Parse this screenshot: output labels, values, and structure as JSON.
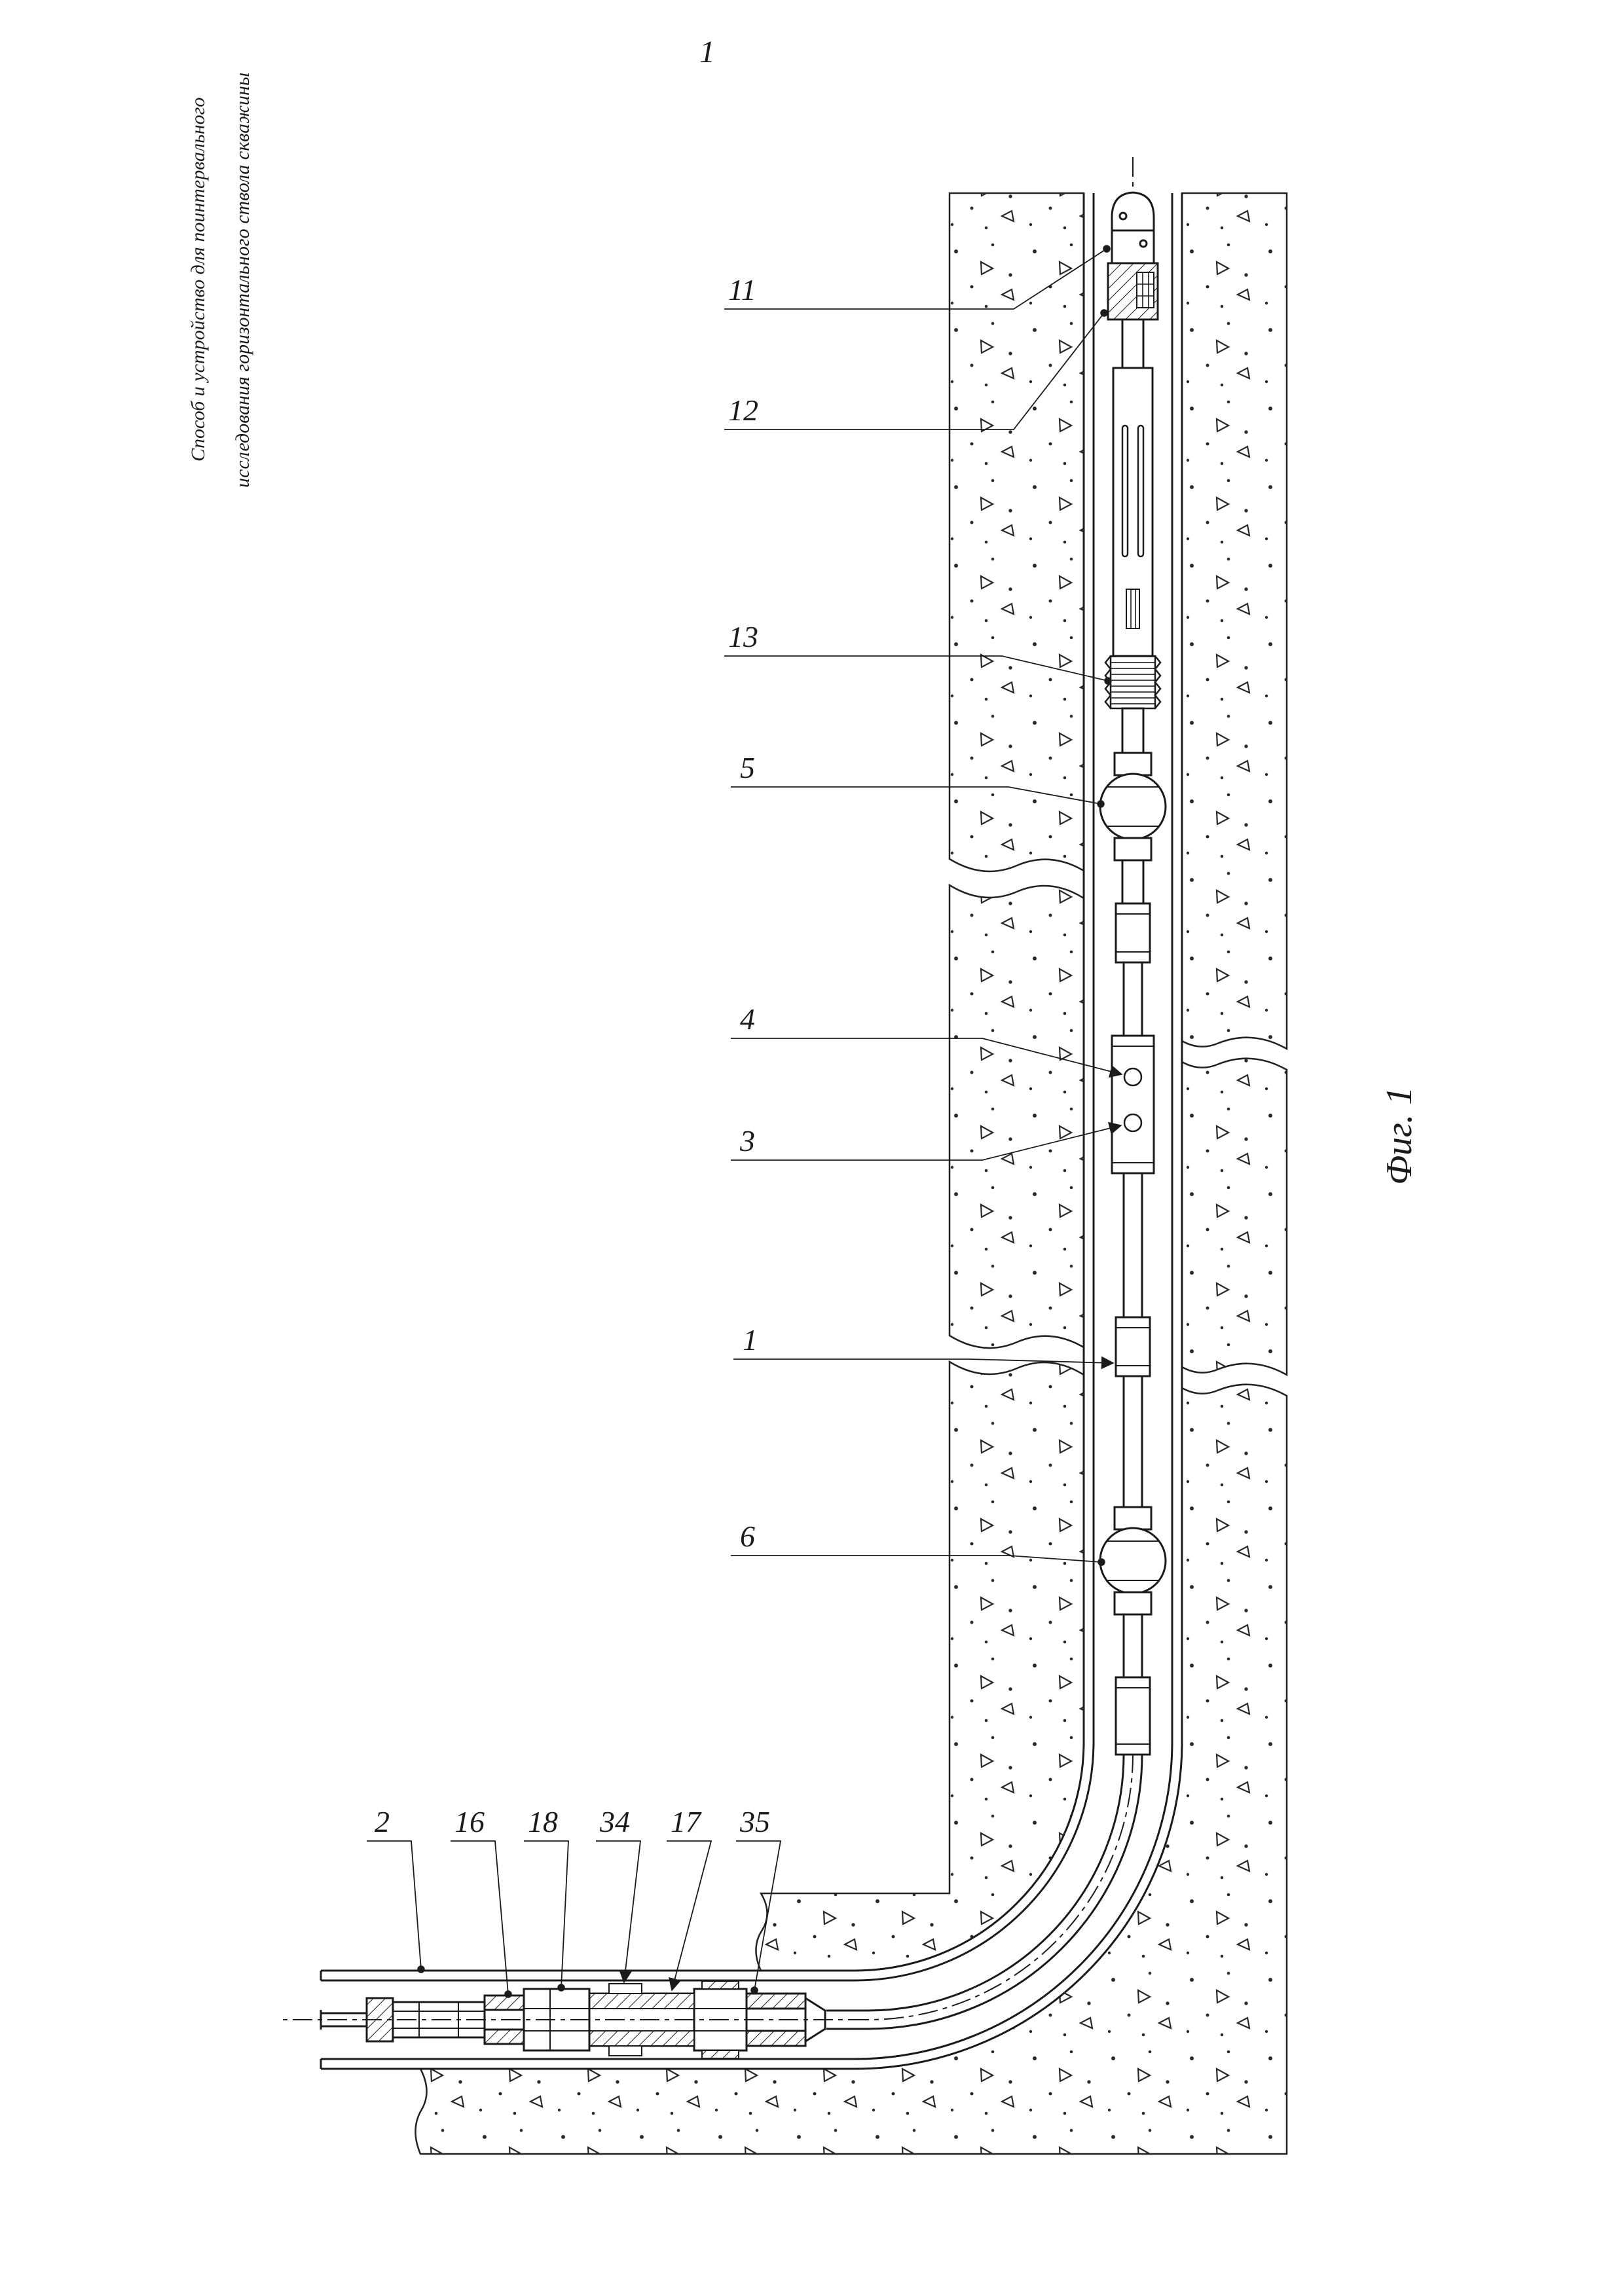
{
  "page": {
    "number": "1"
  },
  "title": {
    "line1": "Способ и устройство для поинтервального",
    "line2": "исследования горизонтального ствола скважины"
  },
  "figure": {
    "caption": "Фиг. 1"
  },
  "ref_labels": {
    "n11": "11",
    "n12": "12",
    "n13": "13",
    "n5": "5",
    "n4": "4",
    "n3": "3",
    "n1": "1",
    "n6": "6",
    "n2": "2",
    "n16": "16",
    "n18": "18",
    "n34": "34",
    "n17": "17",
    "n35": "35"
  },
  "drawing": {
    "ink_color": "#1b1b1b",
    "paper_color": "#ffffff"
  }
}
